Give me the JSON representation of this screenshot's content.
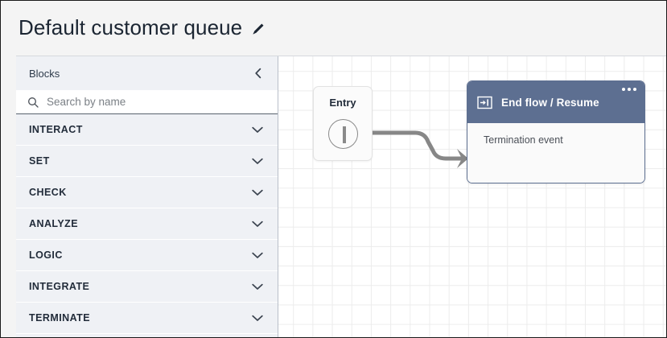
{
  "header": {
    "title": "Default customer queue",
    "edit_icon": "pencil-icon"
  },
  "sidebar": {
    "title": "Blocks",
    "collapse_icon": "chevron-left-icon",
    "search": {
      "icon": "search-icon",
      "placeholder": "Search by name",
      "value": ""
    },
    "categories": [
      {
        "label": "INTERACT",
        "icon": "chevron-down-icon"
      },
      {
        "label": "SET",
        "icon": "chevron-down-icon"
      },
      {
        "label": "CHECK",
        "icon": "chevron-down-icon"
      },
      {
        "label": "ANALYZE",
        "icon": "chevron-down-icon"
      },
      {
        "label": "LOGIC",
        "icon": "chevron-down-icon"
      },
      {
        "label": "INTEGRATE",
        "icon": "chevron-down-icon"
      },
      {
        "label": "TERMINATE",
        "icon": "chevron-down-icon"
      }
    ]
  },
  "canvas": {
    "entry_block": {
      "label": "Entry",
      "port": "output-port"
    },
    "flow_block": {
      "title": "End flow / Resume",
      "icon": "end-flow-icon",
      "menu_icon": "kebab-menu-icon",
      "body_text": "Termination event"
    },
    "connector": {
      "from": "Entry",
      "to": "End flow / Resume",
      "arrow_icon": "arrow-right-icon"
    }
  },
  "colors": {
    "block_header": "#5d6f91",
    "page_background": "#f4f4f4",
    "sidebar_background": "#eff1f5",
    "grid_line": "#ececec",
    "connector": "#878787"
  }
}
